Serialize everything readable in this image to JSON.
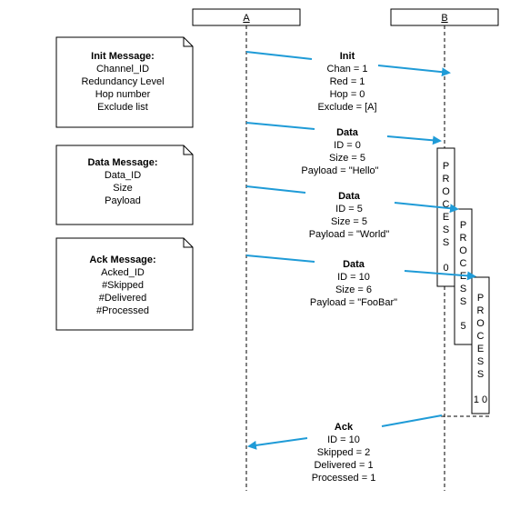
{
  "lifelines": [
    {
      "id": "A",
      "label": "A"
    },
    {
      "id": "B",
      "label": "B"
    }
  ],
  "notes": [
    {
      "title": "Init Message:",
      "lines": [
        "Channel_ID",
        "Redundancy Level",
        "Hop number",
        "Exclude list"
      ]
    },
    {
      "title": "Data Message:",
      "lines": [
        "Data_ID",
        "Size",
        "Payload"
      ]
    },
    {
      "title": "Ack Message:",
      "lines": [
        "Acked_ID",
        "#Skipped",
        "#Delivered",
        "#Processed"
      ]
    }
  ],
  "messages": [
    {
      "title": "Init",
      "lines": [
        "Chan = 1",
        "Red = 1",
        "Hop = 0",
        "Exclude = [A]"
      ],
      "from": "A",
      "to": "B"
    },
    {
      "title": "Data",
      "lines": [
        "ID = 0",
        "Size = 5",
        "Payload = \"Hello\""
      ],
      "from": "A",
      "to": "B"
    },
    {
      "title": "Data",
      "lines": [
        "ID = 5",
        "Size = 5",
        "Payload = \"World\""
      ],
      "from": "A",
      "to": "B"
    },
    {
      "title": "Data",
      "lines": [
        "ID = 10",
        "Size = 6",
        "Payload = \"FooBar\""
      ],
      "from": "A",
      "to": "B"
    },
    {
      "title": "Ack",
      "lines": [
        "ID = 10",
        "Skipped = 2",
        "Delivered = 1",
        "Processed = 1"
      ],
      "from": "B",
      "to": "A"
    }
  ],
  "activations": [
    {
      "letters": [
        "P",
        "R",
        "O",
        "C",
        "E",
        "S",
        "S"
      ],
      "number": "0"
    },
    {
      "letters": [
        "P",
        "R",
        "O",
        "C",
        "E",
        "S",
        "S"
      ],
      "number": "5"
    },
    {
      "letters": [
        "P",
        "R",
        "O",
        "C",
        "E",
        "S",
        "S"
      ],
      "number": "1 0"
    }
  ],
  "colors": {
    "arrow": "#1f9bd7",
    "line": "#000000"
  }
}
